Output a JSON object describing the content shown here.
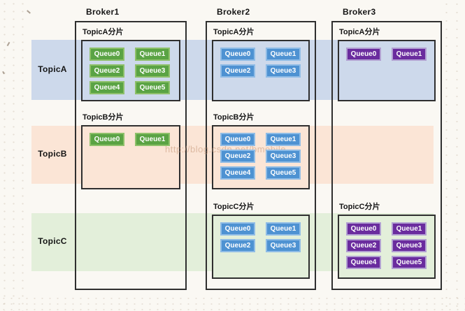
{
  "page": {
    "watermark": "http://blog.csdn.net/bmobile"
  },
  "colors": {
    "band_topic_a": "#cdd9eb",
    "band_topic_b": "#fbe5d6",
    "band_topic_c": "#e3efda",
    "queue_green": "#5aa344",
    "queue_blue": "#4e92d2",
    "queue_purple": "#6a2c9e",
    "box_border": "#2f2f2f"
  },
  "topics": [
    {
      "label": "TopicA"
    },
    {
      "label": "TopicB"
    },
    {
      "label": "TopicC"
    }
  ],
  "brokers": [
    {
      "title": "Broker1",
      "queue_color_name": "green",
      "shards": [
        {
          "label": "TopicA分片",
          "topic": "TopicA",
          "queues": [
            "Queue0",
            "Queue1",
            "Queue2",
            "Queue3",
            "Queue4",
            "Queue5"
          ]
        },
        {
          "label": "TopicB分片",
          "topic": "TopicB",
          "queues": [
            "Queue0",
            "Queue1"
          ]
        }
      ]
    },
    {
      "title": "Broker2",
      "queue_color_name": "blue",
      "shards": [
        {
          "label": "TopicA分片",
          "topic": "TopicA",
          "queues": [
            "Queue0",
            "Queue1",
            "Queue2",
            "Queue3"
          ]
        },
        {
          "label": "TopicB分片",
          "topic": "TopicB",
          "queues": [
            "Queue0",
            "Queue1",
            "Queue2",
            "Queue3",
            "Queue4",
            "Queue5"
          ]
        },
        {
          "label": "TopicC分片",
          "topic": "TopicC",
          "queues": [
            "Queue0",
            "Queue1",
            "Queue2",
            "Queue3"
          ]
        }
      ]
    },
    {
      "title": "Broker3",
      "queue_color_name": "purple",
      "shards": [
        {
          "label": "TopicA分片",
          "topic": "TopicA",
          "queues": [
            "Queue0",
            "Queue1"
          ]
        },
        {
          "label": "TopicC分片",
          "topic": "TopicC",
          "queues": [
            "Queue0",
            "Queue1",
            "Queue2",
            "Queue3",
            "Queue4",
            "Queue5"
          ]
        }
      ]
    }
  ]
}
